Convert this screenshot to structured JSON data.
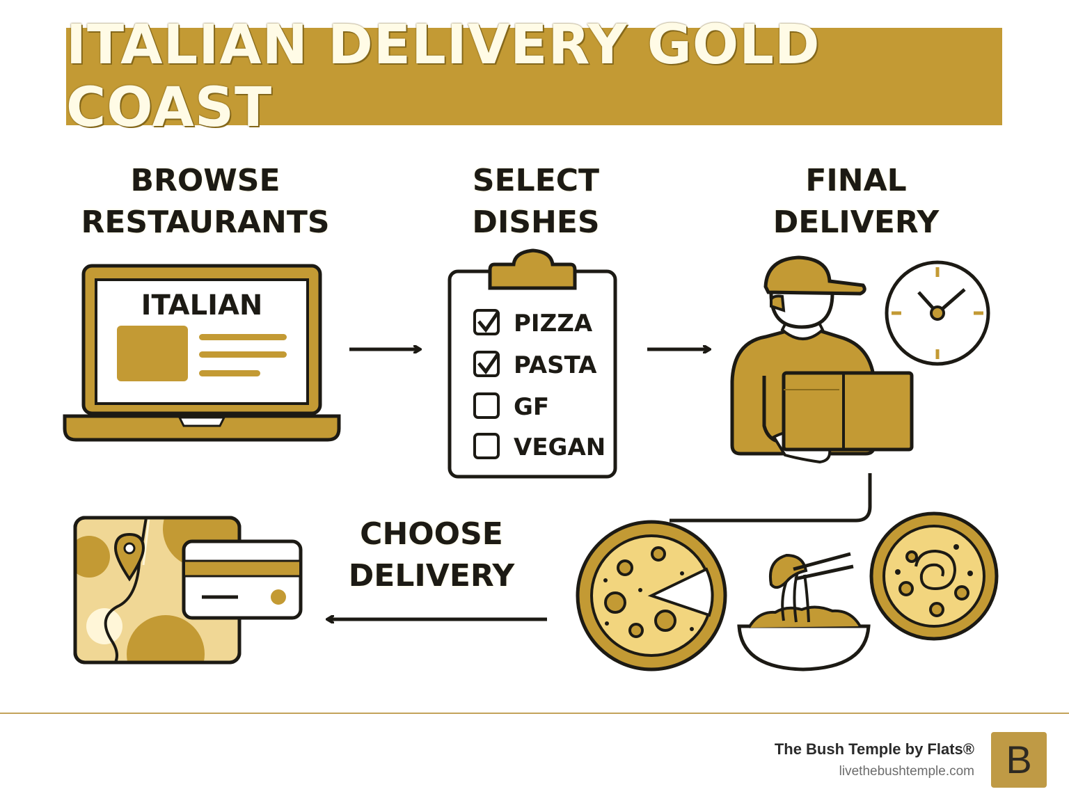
{
  "title": "ITALIAN DELIVERY GOLD COAST",
  "steps": {
    "browse": {
      "line1": "BROWSE",
      "line2": "RESTAURANTS",
      "screen_label": "ITALIAN"
    },
    "select": {
      "line1": "SELECT",
      "line2": "DISHES",
      "items": [
        {
          "label": "PIZZA",
          "checked": true
        },
        {
          "label": "PASTA",
          "checked": true
        },
        {
          "label": "GF",
          "checked": false
        },
        {
          "label": "VEGAN",
          "checked": false
        }
      ]
    },
    "final": {
      "line1": "FINAL",
      "line2": "DELIVERY"
    },
    "choose": {
      "line1": "CHOOSE",
      "line2": "DELIVERY"
    }
  },
  "footer": {
    "brand": "The Bush Temple by Flats®",
    "url": "livethebushtemple.com",
    "logo_letter": "B"
  },
  "colors": {
    "gold": "#c39a34",
    "light_gold": "#f2d57e",
    "outline": "#1c1a14",
    "banner_text": "#fffbe6"
  }
}
